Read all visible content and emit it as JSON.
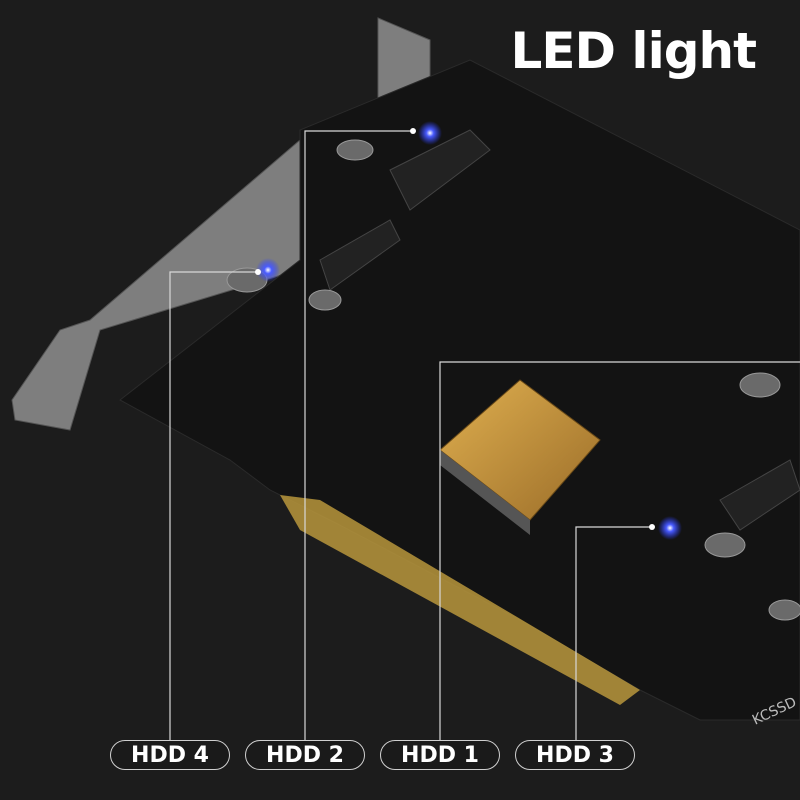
{
  "title": "LED light",
  "labels": [
    "HDD 4",
    "HDD 2",
    "HDD 1",
    "HDD 3"
  ],
  "board_marking": "KCSSD",
  "colors": {
    "background": "#1c1c1c",
    "led": "#2a3cff",
    "heatsink": "#c8963c",
    "board": "#141414",
    "bracket": "#8a8a8a",
    "gold_fingers": "#b8963c"
  }
}
